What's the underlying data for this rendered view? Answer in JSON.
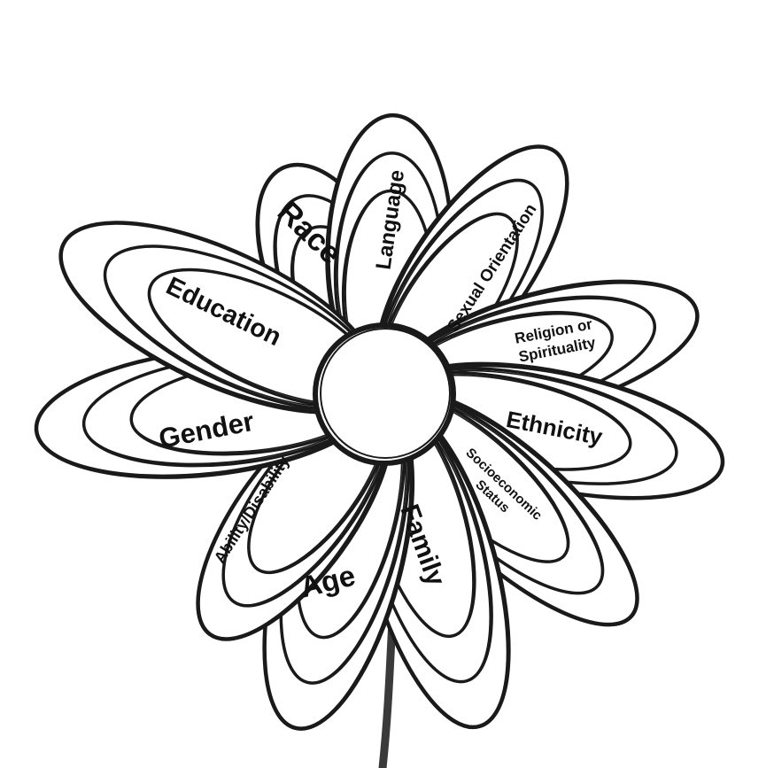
{
  "diagram": {
    "colors": {
      "ink": "#1a1a1a",
      "stem": "#3a3a3a",
      "background": "#ffffff"
    },
    "petals": [
      {
        "id": "race",
        "lines": [
          "Race"
        ]
      },
      {
        "id": "language",
        "lines": [
          "Language"
        ]
      },
      {
        "id": "sexual-orientation",
        "lines": [
          "Sexual Orientation"
        ]
      },
      {
        "id": "religion",
        "lines": [
          "Religion or",
          "Spirituality"
        ]
      },
      {
        "id": "ethnicity",
        "lines": [
          "Ethnicity"
        ]
      },
      {
        "id": "socioeconomic-status",
        "lines": [
          "Socioeconomic",
          "Status"
        ]
      },
      {
        "id": "family",
        "lines": [
          "Family"
        ]
      },
      {
        "id": "age",
        "lines": [
          "Age"
        ]
      },
      {
        "id": "ability-disability",
        "lines": [
          "Ability/Disability"
        ]
      },
      {
        "id": "gender",
        "lines": [
          "Gender"
        ]
      },
      {
        "id": "education",
        "lines": [
          "Education"
        ]
      }
    ]
  }
}
